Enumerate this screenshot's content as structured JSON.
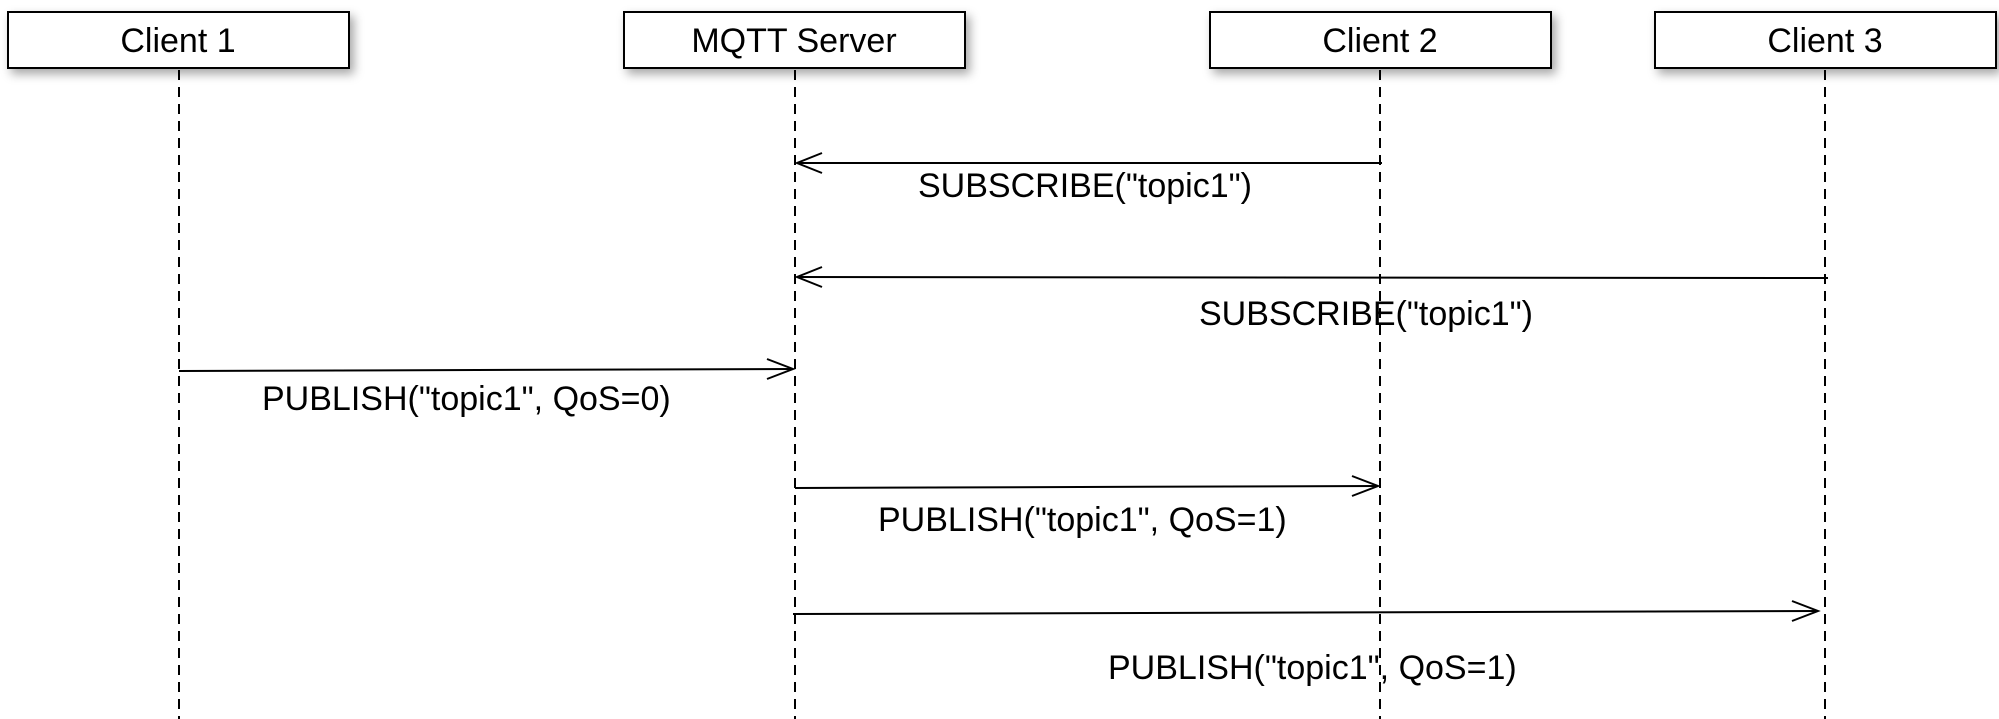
{
  "participants": [
    {
      "id": "client1",
      "label": "Client 1"
    },
    {
      "id": "server",
      "label": "MQTT Server"
    },
    {
      "id": "client2",
      "label": "Client 2"
    },
    {
      "id": "client3",
      "label": "Client 3"
    }
  ],
  "messages": [
    {
      "from": "client2",
      "to": "server",
      "label": "SUBSCRIBE(\"topic1\")"
    },
    {
      "from": "client3",
      "to": "server",
      "label": "SUBSCRIBE(\"topic1\")"
    },
    {
      "from": "client1",
      "to": "server",
      "label": "PUBLISH(\"topic1\", QoS=0)"
    },
    {
      "from": "server",
      "to": "client2",
      "label": "PUBLISH(\"topic1\", QoS=1)"
    },
    {
      "from": "server",
      "to": "client3",
      "label": "PUBLISH(\"topic1\", QoS=1)"
    }
  ]
}
